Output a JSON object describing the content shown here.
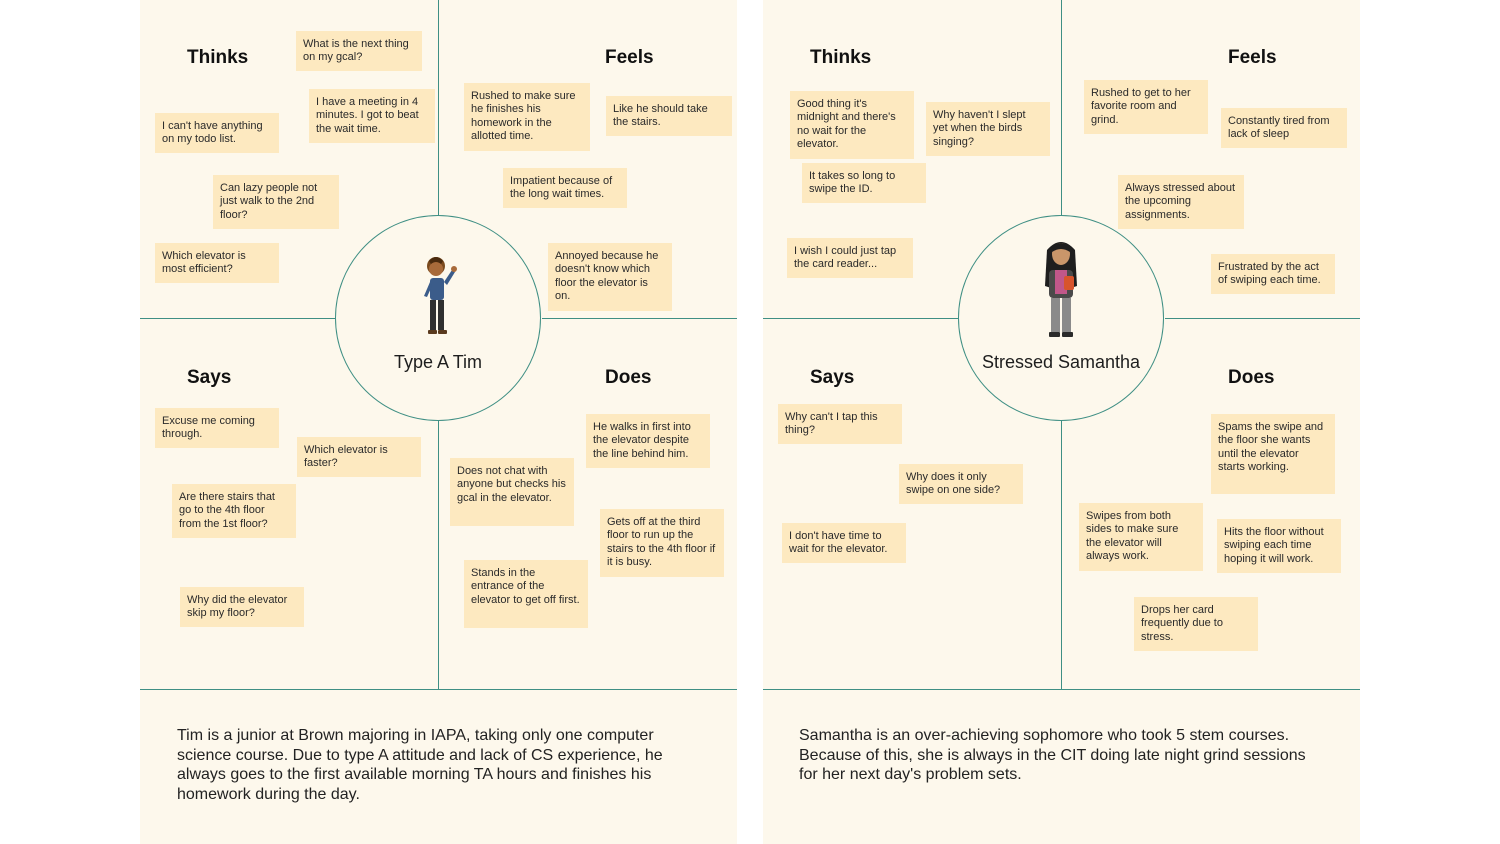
{
  "left": {
    "persona_name": "Type A Tim",
    "quadrant_titles": {
      "thinks": "Thinks",
      "feels": "Feels",
      "says": "Says",
      "does": "Does"
    },
    "thinks": [
      "What is the next thing on my gcal?",
      "I have a meeting in 4 minutes. I got to beat the wait time.",
      "I can't have anything on my todo list.",
      "Can lazy people not just walk to the 2nd floor?",
      "Which elevator is most efficient?"
    ],
    "feels": [
      "Rushed to make sure he finishes his homework in the allotted time.",
      "Like he should take the stairs.",
      "Impatient because of the long wait times.",
      "Annoyed because he doesn't know which floor the elevator is on."
    ],
    "says": [
      "Excuse me coming through.",
      "Which elevator is faster?",
      "Are there stairs that go to the 4th floor from the 1st floor?",
      "Why did the elevator skip my floor?"
    ],
    "does": [
      "He walks in first into the elevator despite the line behind him.",
      "Does not chat with anyone but checks his gcal in the elevator.",
      "Gets off at the third floor to run up the stairs to the 4th floor if it is busy.",
      "Stands in the entrance of the elevator to get off first."
    ],
    "description": "Tim is a junior at Brown majoring in IAPA, taking only one computer science course. Due to type A attitude and lack of CS experience, he always goes to the first available morning TA hours and finishes his homework during the day."
  },
  "right": {
    "persona_name": "Stressed Samantha",
    "quadrant_titles": {
      "thinks": "Thinks",
      "feels": "Feels",
      "says": "Says",
      "does": "Does"
    },
    "thinks": [
      "Good thing it's midnight and there's no wait for the elevator.",
      "Why haven't I slept yet when the birds singing?",
      "It takes so long to swipe the ID.",
      "I wish I could just tap the card reader..."
    ],
    "feels": [
      "Rushed to get to her favorite room and grind.",
      "Constantly tired from lack of sleep",
      "Always stressed about the upcoming assignments.",
      "Frustrated by the act of swiping each time."
    ],
    "says": [
      "Why can't I tap this thing?",
      "Why does it only swipe on one side?",
      "I don't have time to wait for the elevator."
    ],
    "does": [
      "Spams the swipe and the floor she wants until the elevator starts working.",
      "Swipes from both sides to make sure the elevator will always work.",
      "Hits the floor without swiping each time hoping it will work.",
      "Drops her card frequently due to stress."
    ],
    "description": "Samantha is an over-achieving sophomore who took 5 stem courses. Because of this, she is always in the CIT doing late night grind sessions for her next day's problem sets."
  },
  "colors": {
    "panel_bg": "#fdf8ec",
    "note_bg": "#fde9c0",
    "line": "#3f8f84"
  },
  "icons": {
    "left_avatar": "boy-character-icon",
    "right_avatar": "girl-character-icon"
  }
}
